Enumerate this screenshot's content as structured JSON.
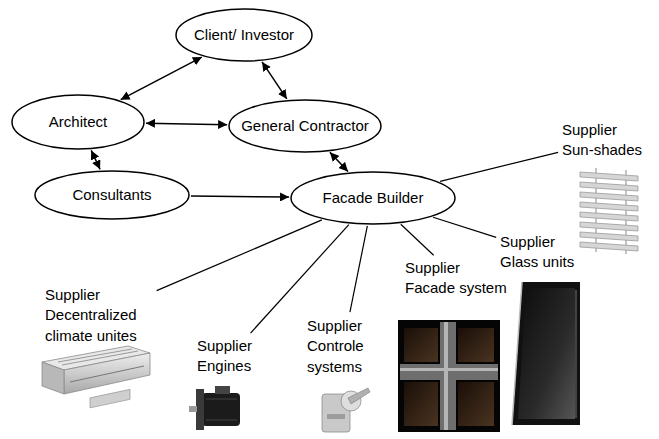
{
  "diagram": {
    "nodes": [
      {
        "text": [
          "Client/ Investor"
        ]
      },
      {
        "text": [
          "Architect"
        ]
      },
      {
        "text": [
          "General Contractor"
        ]
      },
      {
        "text": [
          "Consultants"
        ]
      },
      {
        "text": [
          "Facade Builder"
        ]
      },
      {
        "text": [
          "Supplier Sun-shades"
        ]
      },
      {
        "text": [
          "Supplier Glass units"
        ]
      },
      {
        "text": [
          "Supplier Decentralized climate unites"
        ]
      },
      {
        "text": [
          "Supplier Engines"
        ]
      },
      {
        "text": [
          "Supplier Controle systems"
        ]
      },
      {
        "text": [
          "Supplier Facade system"
        ]
      }
    ],
    "edges": [
      {
        "from": 1,
        "to": 0,
        "arrow": "both"
      },
      {
        "from": 0,
        "to": 2,
        "arrow": "both"
      },
      {
        "from": 1,
        "to": 2,
        "arrow": "both"
      },
      {
        "from": 1,
        "to": 3,
        "arrow": "both"
      },
      {
        "from": 3,
        "to": 4,
        "arrow": "to"
      },
      {
        "from": 2,
        "to": 4,
        "arrow": "both"
      },
      {
        "from": 4,
        "to": 5,
        "arrow": "none"
      },
      {
        "from": 4,
        "to": 6,
        "arrow": "none"
      },
      {
        "from": 4,
        "to": 7,
        "arrow": "none"
      },
      {
        "from": 4,
        "to": 8,
        "arrow": "none"
      },
      {
        "from": 4,
        "to": 9,
        "arrow": "none"
      },
      {
        "from": 4,
        "to": 10,
        "arrow": "none"
      }
    ]
  }
}
